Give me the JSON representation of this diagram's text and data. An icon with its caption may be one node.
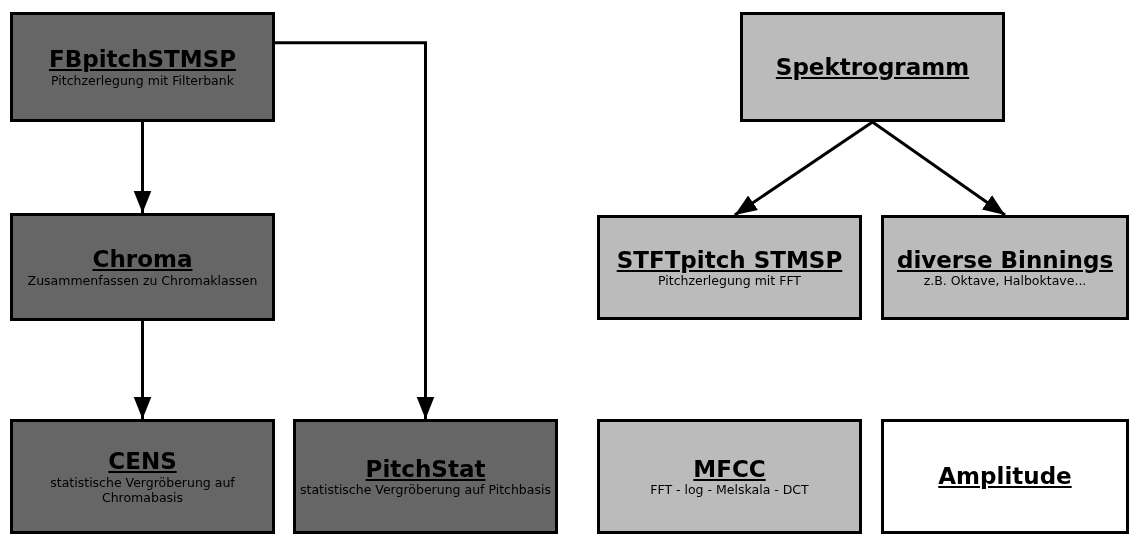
{
  "diagram": {
    "nodes": [
      {
        "text": [
          "FBpitchSTMSP",
          "Pitchzerlegung mit Filterbank"
        ]
      },
      {
        "text": [
          "Chroma",
          "Zusammenfassen zu Chromaklassen"
        ]
      },
      {
        "text": [
          "CENS",
          "statistische Vergröberung auf Chromabasis"
        ]
      },
      {
        "text": [
          "PitchStat",
          "statistische Vergröberung auf Pitchbasis"
        ]
      },
      {
        "text": [
          "Spektrogramm"
        ]
      },
      {
        "text": [
          "STFTpitch STMSP",
          "Pitchzerlegung mit FFT"
        ]
      },
      {
        "text": [
          "diverse Binnings",
          "z.B. Oktave, Halboktave..."
        ]
      },
      {
        "text": [
          "MFCC",
          "FFT - log - Melskala - DCT"
        ]
      },
      {
        "text": [
          "Amplitude"
        ]
      }
    ],
    "edges": [
      {
        "from": 0,
        "to": 1,
        "arrow": "to"
      },
      {
        "from": 1,
        "to": 2,
        "arrow": "to"
      },
      {
        "from": 0,
        "to": 3,
        "arrow": "to"
      },
      {
        "from": 4,
        "to": 5,
        "arrow": "to"
      },
      {
        "from": 4,
        "to": 6,
        "arrow": "to"
      }
    ]
  }
}
